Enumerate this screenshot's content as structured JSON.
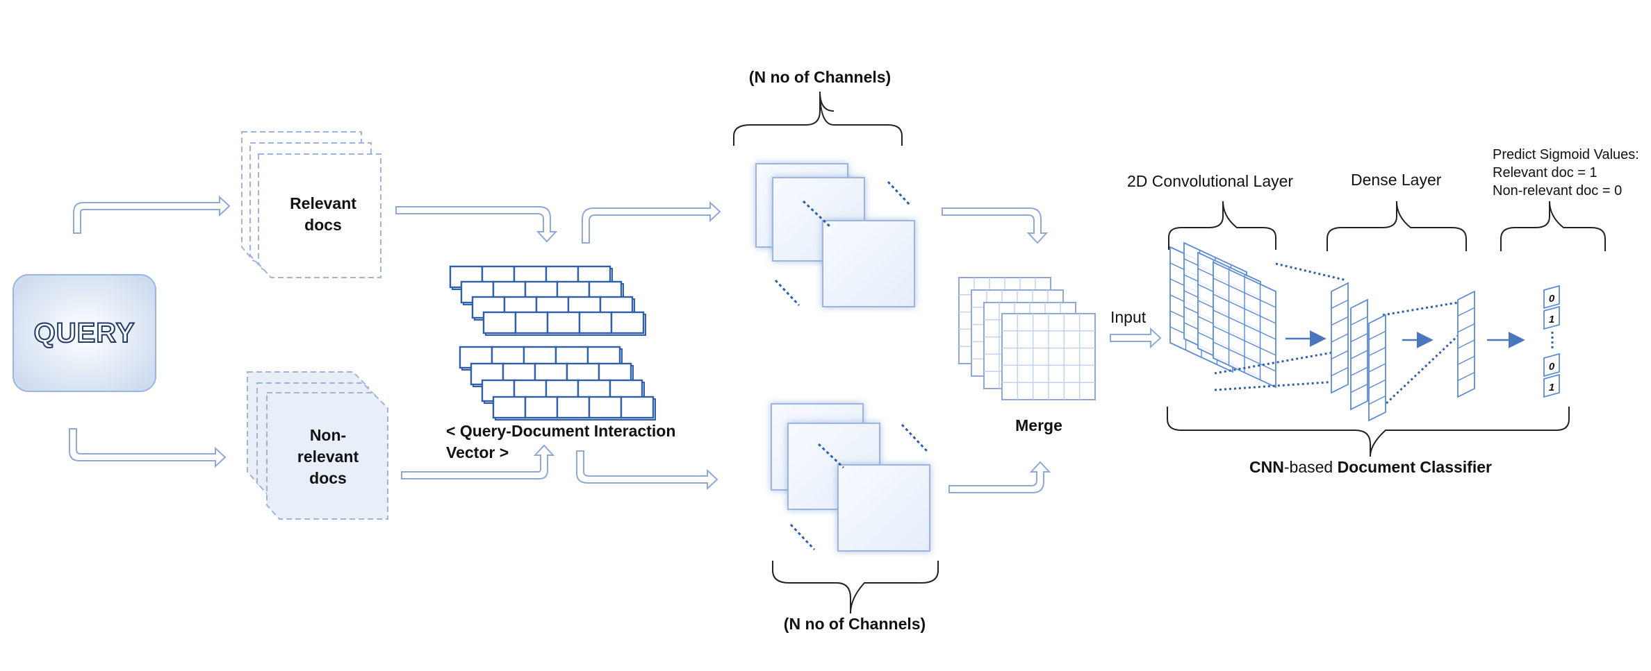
{
  "query": {
    "label": "QUERY"
  },
  "relevant": {
    "line1": "Relevant",
    "line2": "docs"
  },
  "nonrelevant": {
    "line1": "Non-",
    "line2": "relevant",
    "line3": "docs"
  },
  "interaction": {
    "line1": "< Query-Document Interaction",
    "line2": "Vector >"
  },
  "channels_top": "(N no of Channels)",
  "channels_bottom": "(N no of Channels)",
  "merge": "Merge",
  "input": "Input",
  "conv_layer": "2D Convolutional Layer",
  "dense_layer": "Dense Layer",
  "sigmoid": {
    "line1": "Predict Sigmoid Values:",
    "line2": "Relevant doc = 1",
    "line3": "Non-relevant doc = 0"
  },
  "output_cells": [
    "0",
    "1",
    "0",
    "1"
  ],
  "classifier": {
    "prefix": "CNN",
    "mid": "-based ",
    "suffix": "Document Classifier"
  },
  "colors": {
    "stroke": "#2e5fa8",
    "light_stroke": "#8ea9d8",
    "fill": "#eef3fb",
    "query_text": "#ffffff"
  }
}
